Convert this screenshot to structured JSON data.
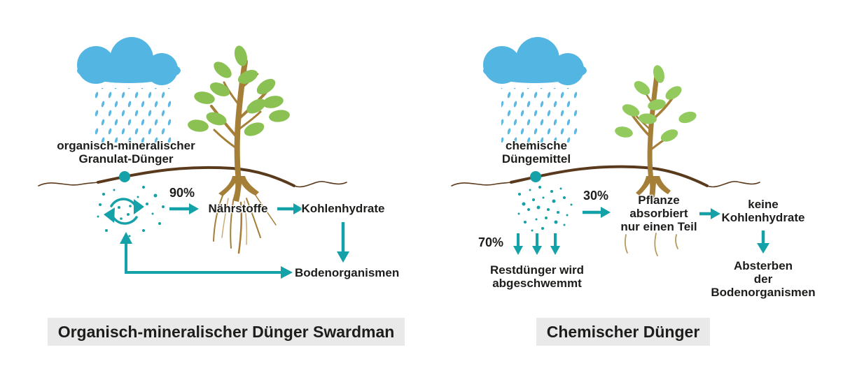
{
  "colors": {
    "teal_accent": "#14a1a8",
    "cloud_blue": "#53b5e2",
    "rain_blue": "#5cb9e4",
    "leaf_green_left": "#8bc152",
    "leaf_green_right": "#92ca5e",
    "trunk_brown": "#a57e37",
    "ground_brown": "#5a3a1d",
    "caption_background": "#e9e9e9",
    "text_dark": "#1d1d1b"
  },
  "left_panel": {
    "fertilizer_label": "organisch-mineralischer\nGranulat-Dünger",
    "percent_to_nutrients": "90%",
    "nutrients_label": "Nährstoffe",
    "carbohydrates_label": "Kohlenhydrate",
    "soil_organisms_label": "Bodenorganismen",
    "caption": "Organisch-mineralischer Dünger Swardman"
  },
  "right_panel": {
    "fertilizer_label": "chemische\nDüngemittel",
    "percent_absorbed": "30%",
    "plant_absorption_label": "Pflanze\nabsorbiert\nnur einen Teil",
    "no_carbohydrates_label": "keine\nKohlenhydrate",
    "organisms_dieoff_label": "Absterben\nder Bodenorganismen",
    "percent_runoff": "70%",
    "runoff_label": "Restdünger wird\nabgeschwemmt",
    "caption": "Chemischer Dünger"
  }
}
